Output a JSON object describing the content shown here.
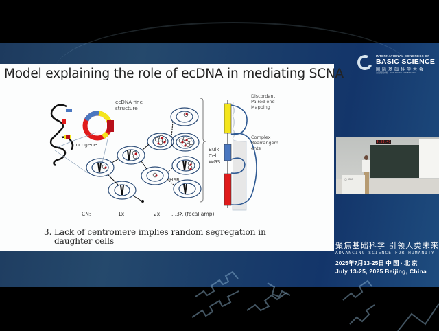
{
  "slide": {
    "title": "Model explaining the role of ecDNA in mediating SCNA",
    "diagram": {
      "labels": {
        "ecdna_fine_structure_1": "ecDNA fine",
        "ecdna_fine_structure_2": "structure",
        "oncogene": "oncogene",
        "hsr": "HSR",
        "bulk_cell_wgs_1": "Bulk",
        "bulk_cell_wgs_2": "Cell",
        "bulk_cell_wgs_3": "WGS",
        "discordant_1": "Discordant",
        "discordant_2": "Paired-end",
        "discordant_3": "Mapping",
        "complex_1": "Complex",
        "complex_2": "Rearrangem",
        "complex_3": "ents"
      },
      "copy_number": {
        "label": "CN:",
        "values": [
          "1x",
          "2x",
          "...3X (focal amp)"
        ]
      },
      "colors": {
        "yellow": "#f4e51c",
        "blue": "#4a77c0",
        "red": "#e01b1b",
        "dark_red": "#b8101a",
        "outline": "#2f4f7a"
      }
    },
    "bullet": {
      "number": "3.",
      "text": "Lack of centromere implies random segregation in daughter cells"
    }
  },
  "branding": {
    "logo_line1": "INTERNATIONAL CONGRESS OF",
    "logo_line2": "BASIC SCIENCE",
    "logo_line3": "国际基础科学大会",
    "logo_line4": "为真理而求知 · FOR TRUTH AND BEAUTY",
    "tagline_cn": "聚焦基础科学 引领人类未来",
    "tagline_en": "ADVANCING SCIENCE FOR HUMANITY",
    "date_cn": "2025年7月13-25日 中 国 · 北 京",
    "date_en": "July 13-25, 2025 Beijing, China"
  },
  "video": {
    "clock": "9:53:41"
  }
}
